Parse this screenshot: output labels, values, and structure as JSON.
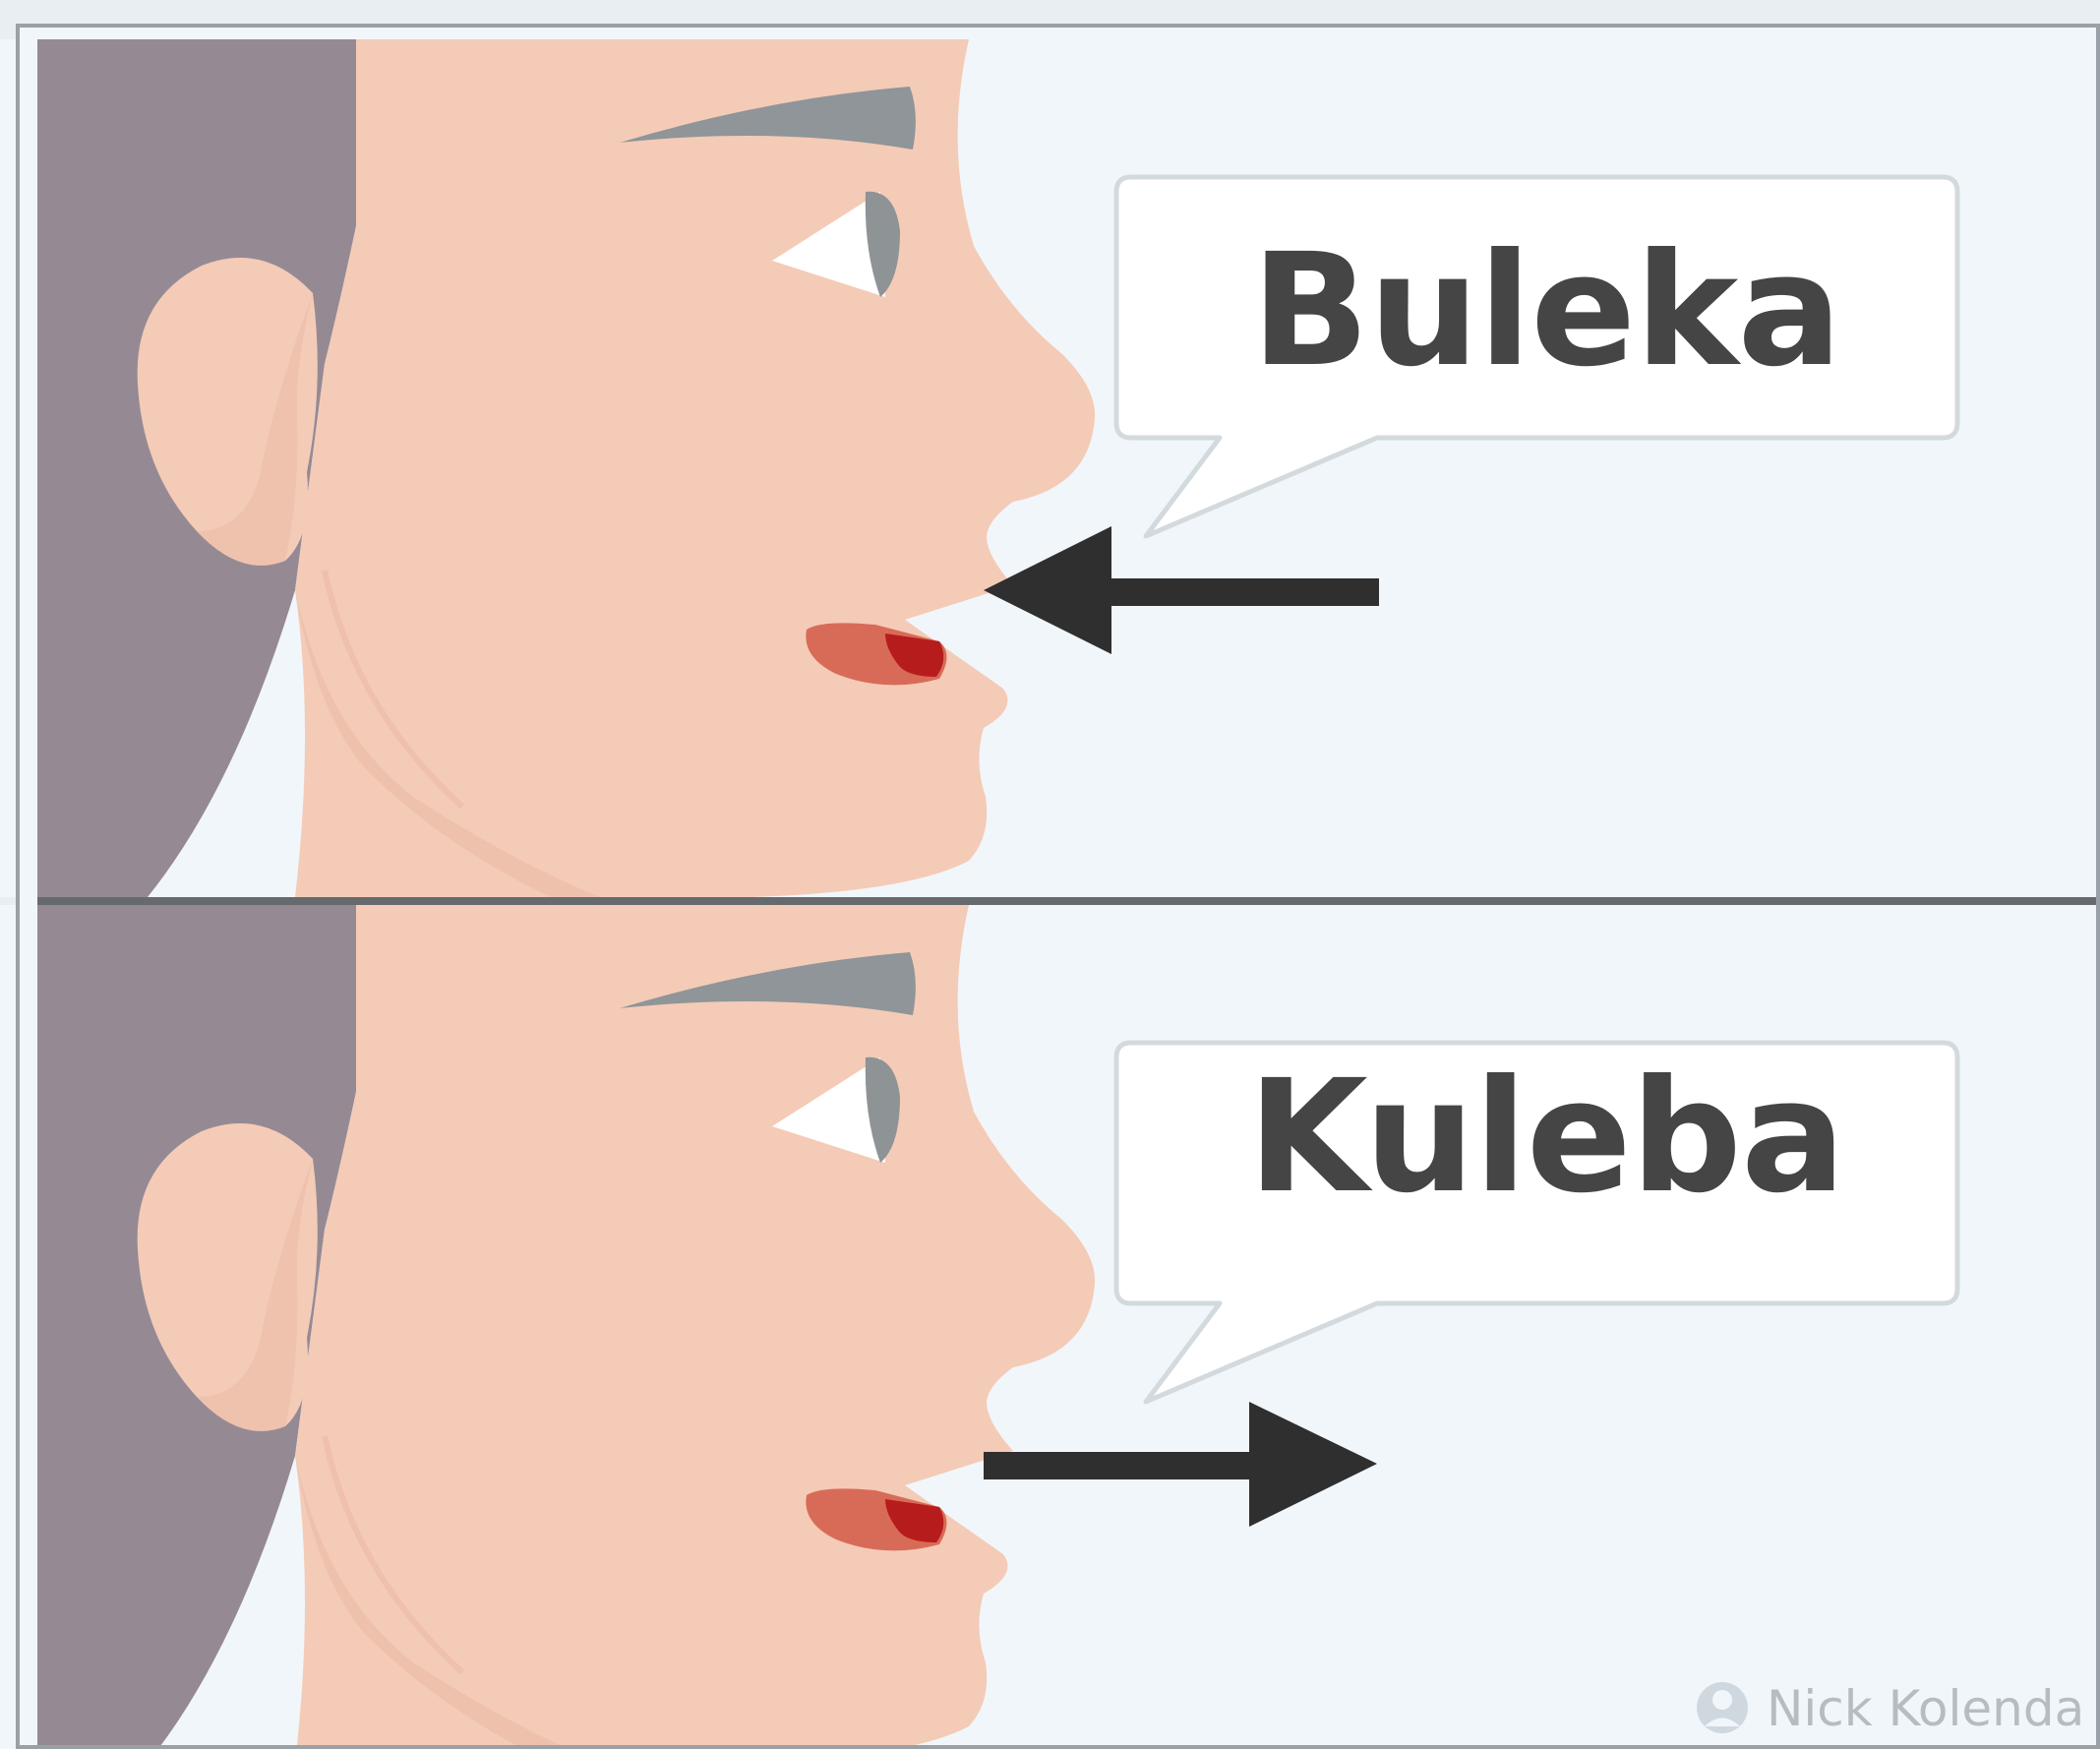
{
  "panels": [
    {
      "word": "Buleka",
      "arrow_direction": "inward",
      "arrow_icon": "arrow-left-icon"
    },
    {
      "word": "Kuleba",
      "arrow_direction": "outward",
      "arrow_icon": "arrow-right-icon"
    }
  ],
  "credit": {
    "text": "Nick Kolenda",
    "icon": "author-avatar-icon"
  },
  "colors": {
    "background": "#f1f6fa",
    "skin": "#f4cbb7",
    "skin_shadow": "#eab9a6",
    "hair": "#958a94",
    "eyebrow": "#8f9598",
    "eye_white": "#ffffff",
    "iris": "#8e9396",
    "tongue": "#d86b57",
    "tongue_tip": "#b71c1c",
    "bubble_fill": "#ffffff",
    "bubble_border": "#d3dade",
    "arrow": "#2f2f2f",
    "text": "#454545",
    "divider": "#666a6e",
    "frame": "#9aa1a6"
  }
}
